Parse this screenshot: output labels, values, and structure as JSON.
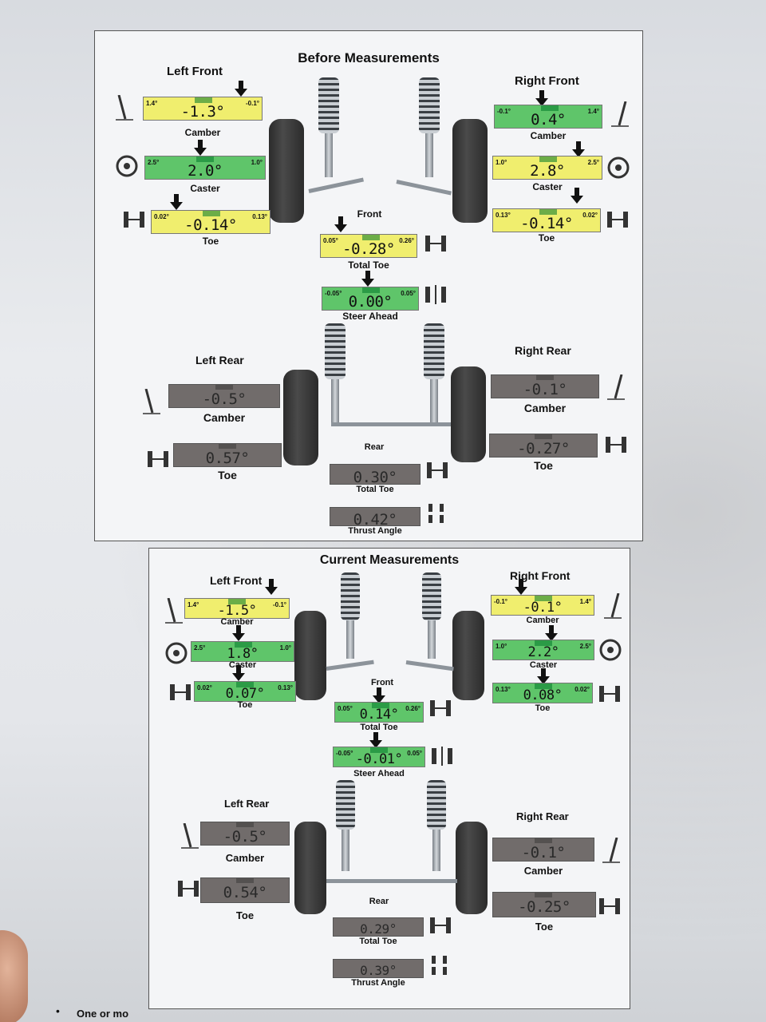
{
  "before": {
    "title": "Before Measurements",
    "left_front": {
      "label": "Left Front",
      "camber": {
        "value": "-1.3°",
        "min": "1.4°",
        "max": "-0.1°",
        "caption": "Camber"
      },
      "caster": {
        "value": "2.0°",
        "min": "2.5°",
        "max": "1.0°",
        "caption": "Caster"
      },
      "toe": {
        "value": "-0.14°",
        "min": "0.02°",
        "max": "0.13°",
        "caption": "Toe"
      }
    },
    "right_front": {
      "label": "Right Front",
      "camber": {
        "value": "0.4°",
        "min": "-0.1°",
        "max": "1.4°",
        "caption": "Camber"
      },
      "caster": {
        "value": "2.8°",
        "min": "1.0°",
        "max": "2.5°",
        "caption": "Caster"
      },
      "toe": {
        "value": "-0.14°",
        "min": "0.13°",
        "max": "0.02°",
        "caption": "Toe"
      }
    },
    "front_label": "Front",
    "total_toe": {
      "value": "-0.28°",
      "min": "0.05°",
      "max": "0.26°",
      "caption": "Total Toe"
    },
    "steer_ahead": {
      "value": "0.00°",
      "min": "-0.05°",
      "max": "0.05°",
      "caption": "Steer Ahead"
    },
    "left_rear": {
      "label": "Left Rear",
      "camber": {
        "value": "-0.5°",
        "caption": "Camber"
      },
      "toe": {
        "value": "0.57°",
        "caption": "Toe"
      }
    },
    "right_rear": {
      "label": "Right Rear",
      "camber": {
        "value": "-0.1°",
        "caption": "Camber"
      },
      "toe": {
        "value": "-0.27°",
        "caption": "Toe"
      }
    },
    "rear_label": "Rear",
    "rear_total_toe": {
      "value": "0.30°",
      "caption": "Total Toe"
    },
    "thrust_angle": {
      "value": "0.42°",
      "caption": "Thrust Angle"
    }
  },
  "current": {
    "title": "Current Measurements",
    "left_front": {
      "label": "Left Front",
      "camber": {
        "value": "-1.5°",
        "min": "1.4°",
        "max": "-0.1°",
        "caption": "Camber"
      },
      "caster": {
        "value": "1.8°",
        "min": "2.5°",
        "max": "1.0°",
        "caption": "Caster"
      },
      "toe": {
        "value": "0.07°",
        "min": "0.02°",
        "max": "0.13°",
        "caption": "Toe"
      }
    },
    "right_front": {
      "label": "Right Front",
      "camber": {
        "value": "-0.1°",
        "min": "-0.1°",
        "max": "1.4°",
        "caption": "Camber"
      },
      "caster": {
        "value": "2.2°",
        "min": "1.0°",
        "max": "2.5°",
        "caption": "Caster"
      },
      "toe": {
        "value": "0.08°",
        "min": "0.13°",
        "max": "0.02°",
        "caption": "Toe"
      }
    },
    "front_label": "Front",
    "total_toe": {
      "value": "0.14°",
      "min": "0.05°",
      "max": "0.26°",
      "caption": "Total Toe"
    },
    "steer_ahead": {
      "value": "-0.01°",
      "min": "-0.05°",
      "max": "0.05°",
      "caption": "Steer Ahead"
    },
    "left_rear": {
      "label": "Left Rear",
      "camber": {
        "value": "-0.5°",
        "caption": "Camber"
      },
      "toe": {
        "value": "0.54°",
        "caption": "Toe"
      }
    },
    "right_rear": {
      "label": "Right Rear",
      "camber": {
        "value": "-0.1°",
        "caption": "Camber"
      },
      "toe": {
        "value": "-0.25°",
        "caption": "Toe"
      }
    },
    "rear_label": "Rear",
    "rear_total_toe": {
      "value": "0.29°",
      "caption": "Total Toe"
    },
    "thrust_angle": {
      "value": "0.39°",
      "caption": "Thrust Angle"
    }
  },
  "footer": {
    "bullet": "•",
    "text": "One or mo"
  },
  "colors": {
    "in_spec": "#5fc56a",
    "out_of_spec": "#f0ee6e",
    "no_spec": "#716c6b"
  }
}
